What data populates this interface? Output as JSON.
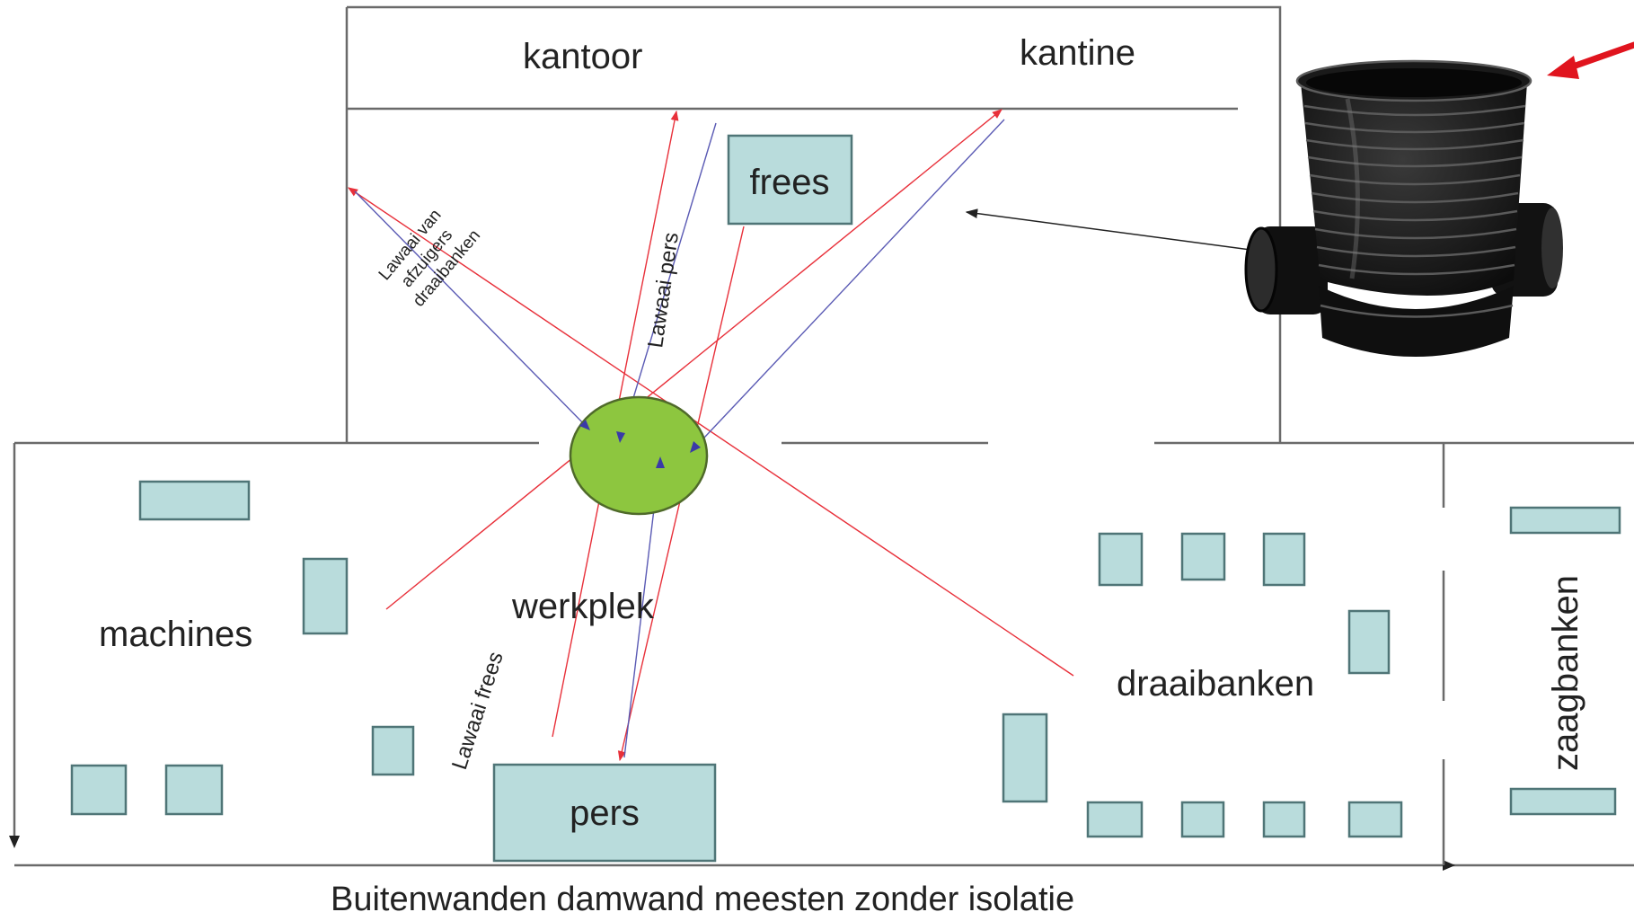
{
  "labels": {
    "kantoor": "kantoor",
    "kantine": "kantine",
    "frees": "frees",
    "pers": "pers",
    "werkplek": "werkplek",
    "machines": "machines",
    "draaibanken": "draaibanken",
    "zaagbanken": "zaagbanken",
    "footer": "Buitenwanden damwand meesten zonder isolatie"
  },
  "noise_labels": {
    "afzuigers_line1": "Lawaai van",
    "afzuigers_line2": "afzuigers",
    "afzuigers_line3": "draaibanken",
    "pers": "Lawaai pers",
    "frees": "Lawaai frees"
  },
  "colors": {
    "machine_fill": "#b9dcdc",
    "machine_stroke": "#4f7577",
    "workspot_fill": "#8dc63f",
    "noise_red": "#e8303a",
    "noise_blue": "#5a5ab4",
    "callout_arrow": "#e0141e",
    "wall": "#6a6a6a"
  },
  "icons": {
    "photo": "black-plastic-sump-pit",
    "callout": "red-arrow-icon"
  }
}
